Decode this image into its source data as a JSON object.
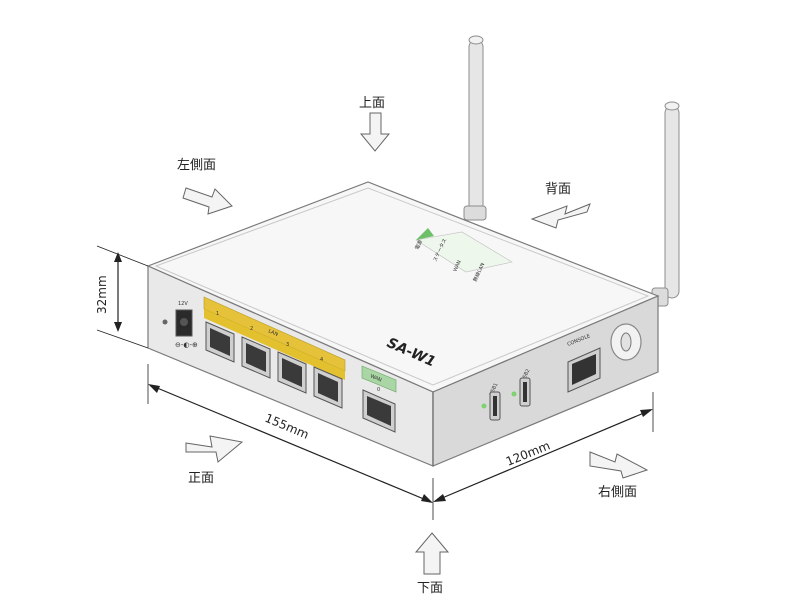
{
  "views": {
    "top": "上面",
    "left_side": "左側面",
    "back": "背面",
    "front": "正面",
    "right_side": "右側面",
    "bottom": "下面"
  },
  "dimensions": {
    "height": "32mm",
    "width": "155mm",
    "depth": "120mm"
  },
  "device": {
    "brand_label": "SA-W1",
    "power_label": "12V",
    "lan_label": "LAN",
    "wan_label": "WAN",
    "console_label": "CONSOLE",
    "usb1_label": "USB1",
    "usb2_label": "USB2",
    "port_numbers": [
      "1",
      "2",
      "3",
      "4",
      "0"
    ],
    "status_leds": [
      "電源",
      "ステータス",
      "WAN",
      "無線LAN"
    ]
  }
}
